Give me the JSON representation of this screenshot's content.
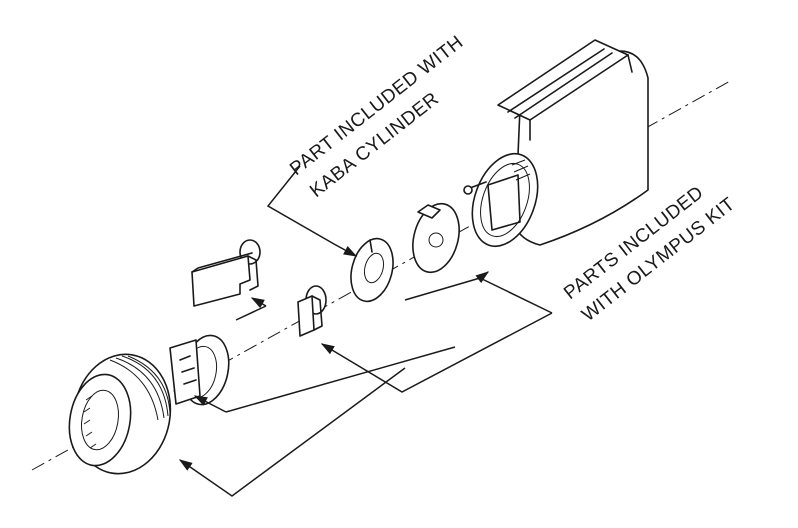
{
  "labels": {
    "kaba_line1": "PART INCLUDED WITH",
    "kaba_line2": "KABA CYLINDER",
    "olympus_line1": "PARTS INCLUDED",
    "olympus_line2": "WITH OLYMPUS KIT"
  },
  "colors": {
    "ink": "#1a1a1a",
    "background": "#ffffff"
  }
}
